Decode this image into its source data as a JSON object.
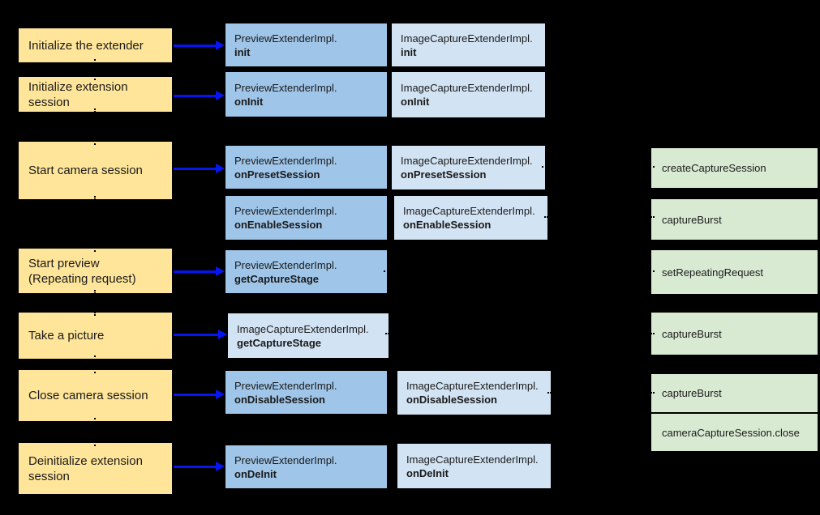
{
  "palette": {
    "background": "#000000",
    "action_fill": "#ffe599",
    "preview_fill": "#9fc5e8",
    "capture_fill": "#d2e3f3",
    "api_fill": "#d9ead3",
    "arrow_blue": "#0616f0",
    "text": "#1a1a1a"
  },
  "actions": [
    {
      "label": "Initialize the extender"
    },
    {
      "label": "Initialize extension\nsession"
    },
    {
      "label": "Start camera session"
    },
    {
      "label": "Start preview\n(Repeating request)"
    },
    {
      "label": "Take a picture"
    },
    {
      "label": "Close camera session"
    },
    {
      "label": "Deinitialize extension\nsession"
    }
  ],
  "middle_column": [
    {
      "cls": "PreviewExtenderImpl.",
      "method": "init"
    },
    {
      "cls": "PreviewExtenderImpl.",
      "method": "onInit"
    },
    {
      "cls": "PreviewExtenderImpl.",
      "method": "onPresetSession"
    },
    {
      "cls": "PreviewExtenderImpl.",
      "method": "onEnableSession"
    },
    {
      "cls": "PreviewExtenderImpl.",
      "method": "getCaptureStage"
    },
    {
      "cls": "ImageCaptureExtenderImpl.",
      "method": "getCaptureStage"
    },
    {
      "cls": "PreviewExtenderImpl.",
      "method": "onDisableSession"
    },
    {
      "cls": "PreviewExtenderImpl.",
      "method": "onDeInit"
    }
  ],
  "capture_column": [
    {
      "cls": "ImageCaptureExtenderImpl.",
      "method": "init"
    },
    {
      "cls": "ImageCaptureExtenderImpl.",
      "method": "onInit"
    },
    {
      "cls": "ImageCaptureExtenderImpl.",
      "method": "onPresetSession"
    },
    {
      "cls": "ImageCaptureExtenderImpl.",
      "method": "onEnableSession"
    },
    {
      "cls": "ImageCaptureExtenderImpl.",
      "method": "onDisableSession"
    },
    {
      "cls": "ImageCaptureExtenderImpl.",
      "method": "onDeInit"
    }
  ],
  "api_calls": [
    {
      "label": "createCaptureSession"
    },
    {
      "label": "captureBurst"
    },
    {
      "label": "setRepeatingRequest"
    },
    {
      "label": "captureBurst"
    },
    {
      "label": "captureBurst"
    },
    {
      "label": "cameraCaptureSession.close"
    }
  ]
}
